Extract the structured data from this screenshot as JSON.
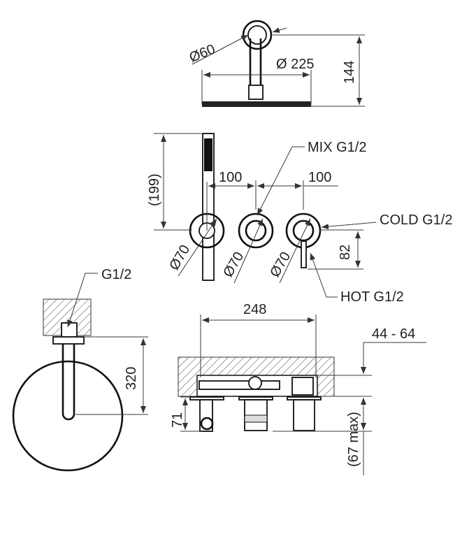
{
  "top_view": {
    "dia_arm": "Ø60",
    "dia_head": "Ø 225",
    "height": "144"
  },
  "front_view": {
    "hand_height": "(199)",
    "spacing_left": "100",
    "spacing_right": "100",
    "dia_1": "Ø70",
    "dia_2": "Ø70",
    "dia_3": "Ø70",
    "mix_label": "MIX G1/2",
    "cold_label": "COLD G1/2",
    "hot_label": "HOT G1/2",
    "handle_offset": "82"
  },
  "side_view": {
    "conn_label": "G1/2",
    "arm_length": "320"
  },
  "section_view": {
    "width": "248",
    "depth_range": "44 - 64",
    "projection": "71",
    "max_projection": "(67 max)"
  }
}
